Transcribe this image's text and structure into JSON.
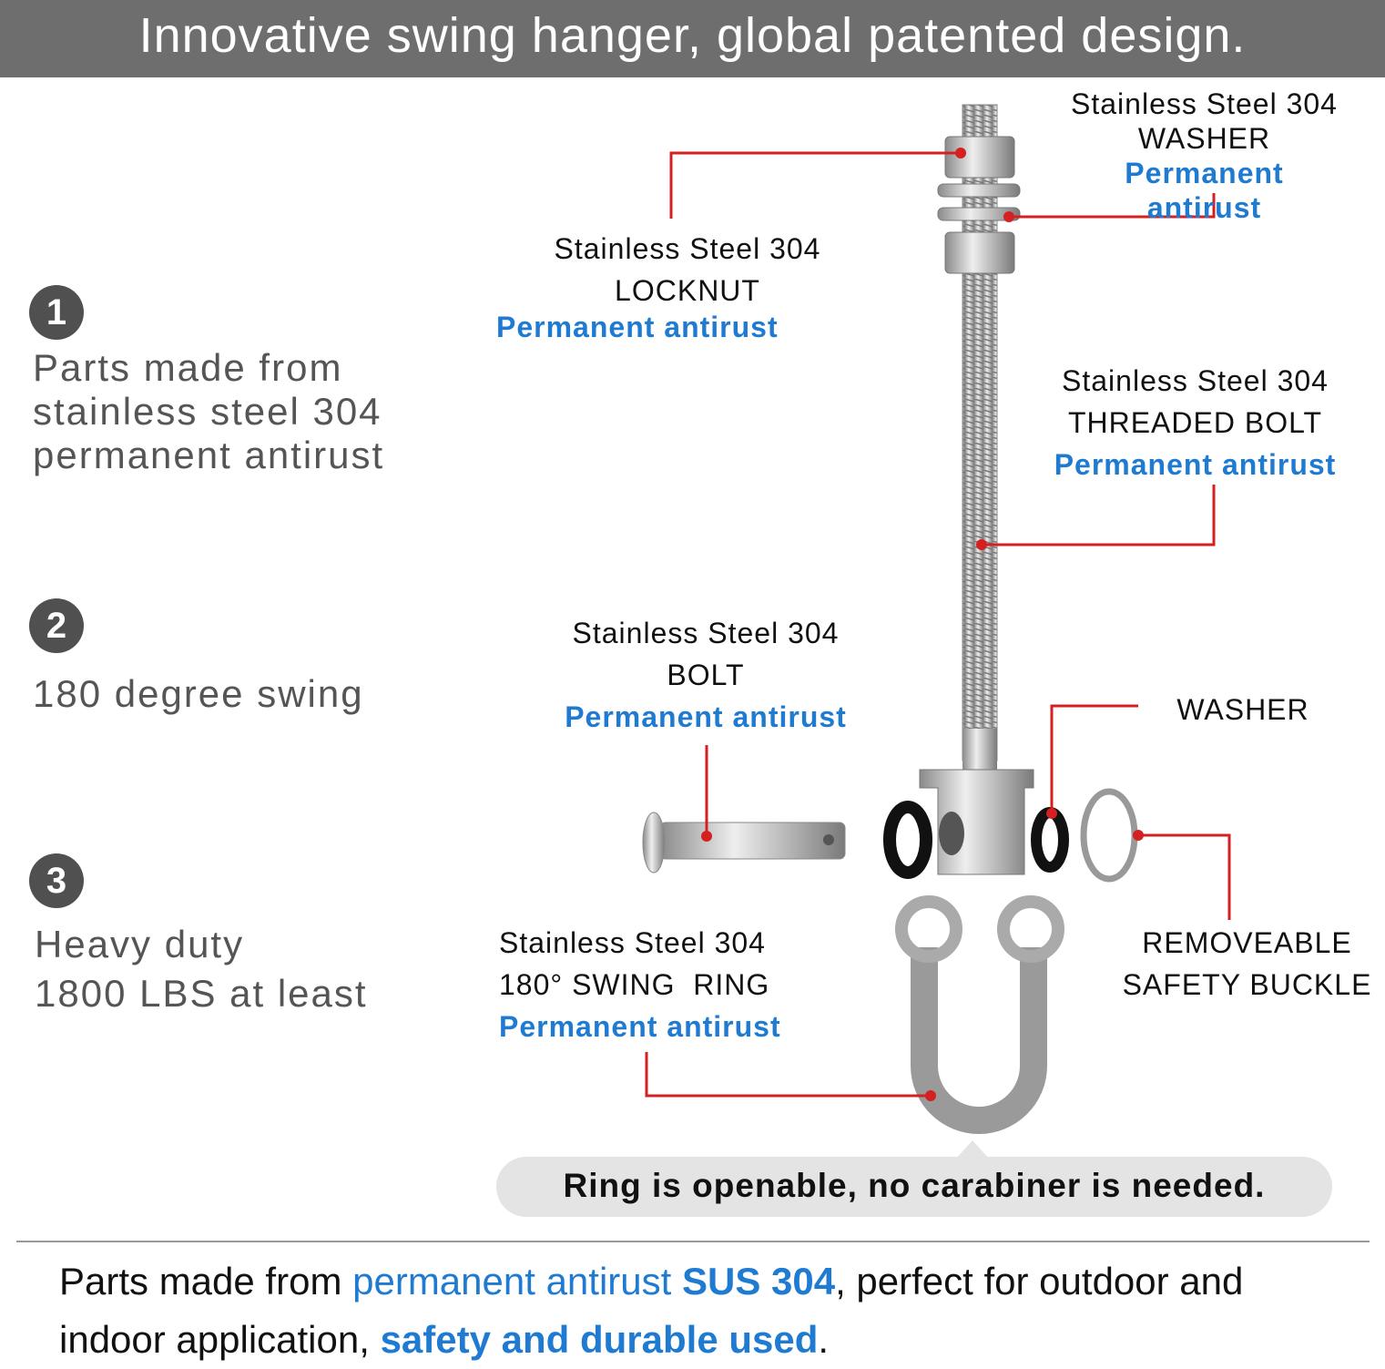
{
  "header": {
    "title": "Innovative swing hanger, global patented design."
  },
  "features": [
    {
      "number": "1",
      "lines": [
        "Parts made from",
        "stainless steel 304",
        "permanent antirust"
      ]
    },
    {
      "number": "2",
      "lines": [
        "180 degree swing"
      ]
    },
    {
      "number": "3",
      "lines": [
        "Heavy duty",
        "1800 LBS at least"
      ]
    }
  ],
  "callouts": {
    "washer_top": {
      "material": "Stainless Steel 304",
      "part": "WASHER",
      "note": "Permanent antirust"
    },
    "locknut": {
      "material": "Stainless Steel 304",
      "part": "LOCKNUT",
      "note": "Permanent antirust"
    },
    "threaded_bolt": {
      "material": "Stainless Steel 304",
      "part": "THREADED BOLT",
      "note": "Permanent antirust"
    },
    "bolt": {
      "material": "Stainless Steel 304",
      "part": "BOLT",
      "note": "Permanent antirust"
    },
    "washer": {
      "part": "WASHER"
    },
    "safety_buckle": {
      "line1": "REMOVEABLE",
      "line2": "SAFETY BUCKLE"
    },
    "swing_ring": {
      "material": "Stainless Steel 304",
      "part": "180° SWING  RING",
      "note": "Permanent antirust"
    }
  },
  "bubble": {
    "text": "Ring is openable, no carabiner is needed."
  },
  "footer": {
    "p1": "Parts made from ",
    "p2": "permanent antirust ",
    "p3": "SUS 304",
    "p4": ", perfect for outdoor and",
    "p5": "indoor application, ",
    "p6": "safety and durable used",
    "p7": "."
  },
  "colors": {
    "header_bg": "#6e6e6e",
    "accent_blue": "#1f7bd1",
    "leader_red": "#d42020"
  }
}
